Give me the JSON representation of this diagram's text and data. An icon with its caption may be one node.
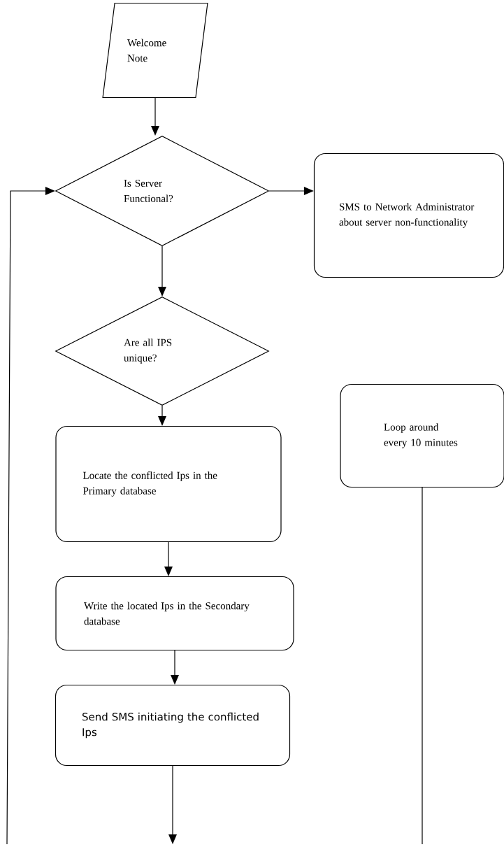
{
  "diagram": {
    "nodes": [
      {
        "text": [
          "Welcome Note"
        ]
      },
      {
        "text": [
          "Is Server Functional?"
        ]
      },
      {
        "text": [
          "SMS to Network Administrator about server non-functionality"
        ]
      },
      {
        "text": [
          "Are all IPS unique?"
        ]
      },
      {
        "text": [
          "Locate the conflicted Ips in the Primary database"
        ]
      },
      {
        "text": [
          "Write the located Ips in the Secondary database"
        ]
      },
      {
        "text": [
          "Send SMS initiating the conflicted Ips"
        ]
      },
      {
        "text": [
          "Loop around every 10 minutes"
        ]
      }
    ],
    "edges": [
      {
        "from": 0,
        "to": 1,
        "arrow": "to"
      },
      {
        "from": 1,
        "to": 2,
        "arrow": "to"
      },
      {
        "from": 1,
        "to": 3,
        "arrow": "to"
      },
      {
        "from": 3,
        "to": 4,
        "arrow": "to"
      },
      {
        "from": 4,
        "to": 5,
        "arrow": "to"
      },
      {
        "from": 5,
        "to": 6,
        "arrow": "to"
      },
      {
        "from": 6,
        "to": null,
        "arrow": "to"
      },
      {
        "from": null,
        "to": 1,
        "arrow": "to"
      },
      {
        "from": 7,
        "to": null,
        "arrow": "none"
      }
    ]
  }
}
